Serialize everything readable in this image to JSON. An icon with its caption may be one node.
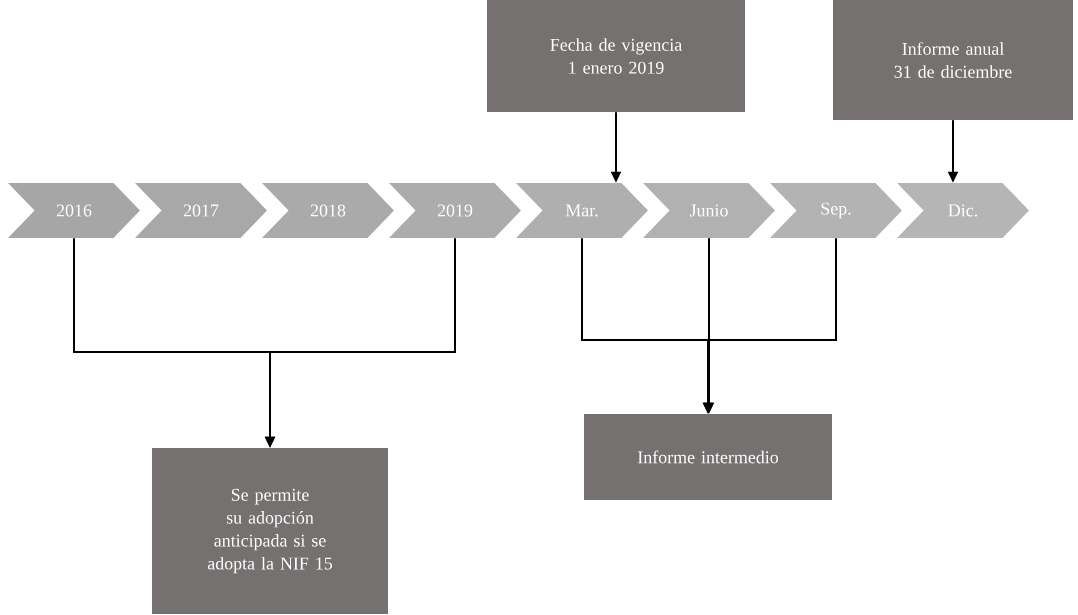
{
  "diagram": {
    "nodes": [
      {
        "text": [
          "2016"
        ]
      },
      {
        "text": [
          "2017"
        ]
      },
      {
        "text": [
          "2018"
        ]
      },
      {
        "text": [
          "2019"
        ]
      },
      {
        "text": [
          "Mar."
        ]
      },
      {
        "text": [
          "Junio"
        ]
      },
      {
        "text": [
          "Sep."
        ]
      },
      {
        "text": [
          "Dic."
        ]
      },
      {
        "text": [
          "Fecha de vigencia 1 enero 2019"
        ]
      },
      {
        "text": [
          "Informe anual 31 de diciembre"
        ]
      },
      {
        "text": [
          "Se permite su adopción anticipada si se adopta la NIF 15"
        ]
      },
      {
        "text": [
          "Informe intermedio"
        ]
      }
    ],
    "edges": [
      {
        "from": 8,
        "to": 4,
        "arrow": "to"
      },
      {
        "from": 9,
        "to": 7,
        "arrow": "to"
      },
      {
        "from": 0,
        "to": 10,
        "arrow": "to"
      },
      {
        "from": 3,
        "to": 10,
        "arrow": "to"
      },
      {
        "from": 4,
        "to": 11,
        "arrow": "to"
      },
      {
        "from": 5,
        "to": 11,
        "arrow": "to"
      },
      {
        "from": 6,
        "to": 11,
        "arrow": "to"
      }
    ]
  }
}
